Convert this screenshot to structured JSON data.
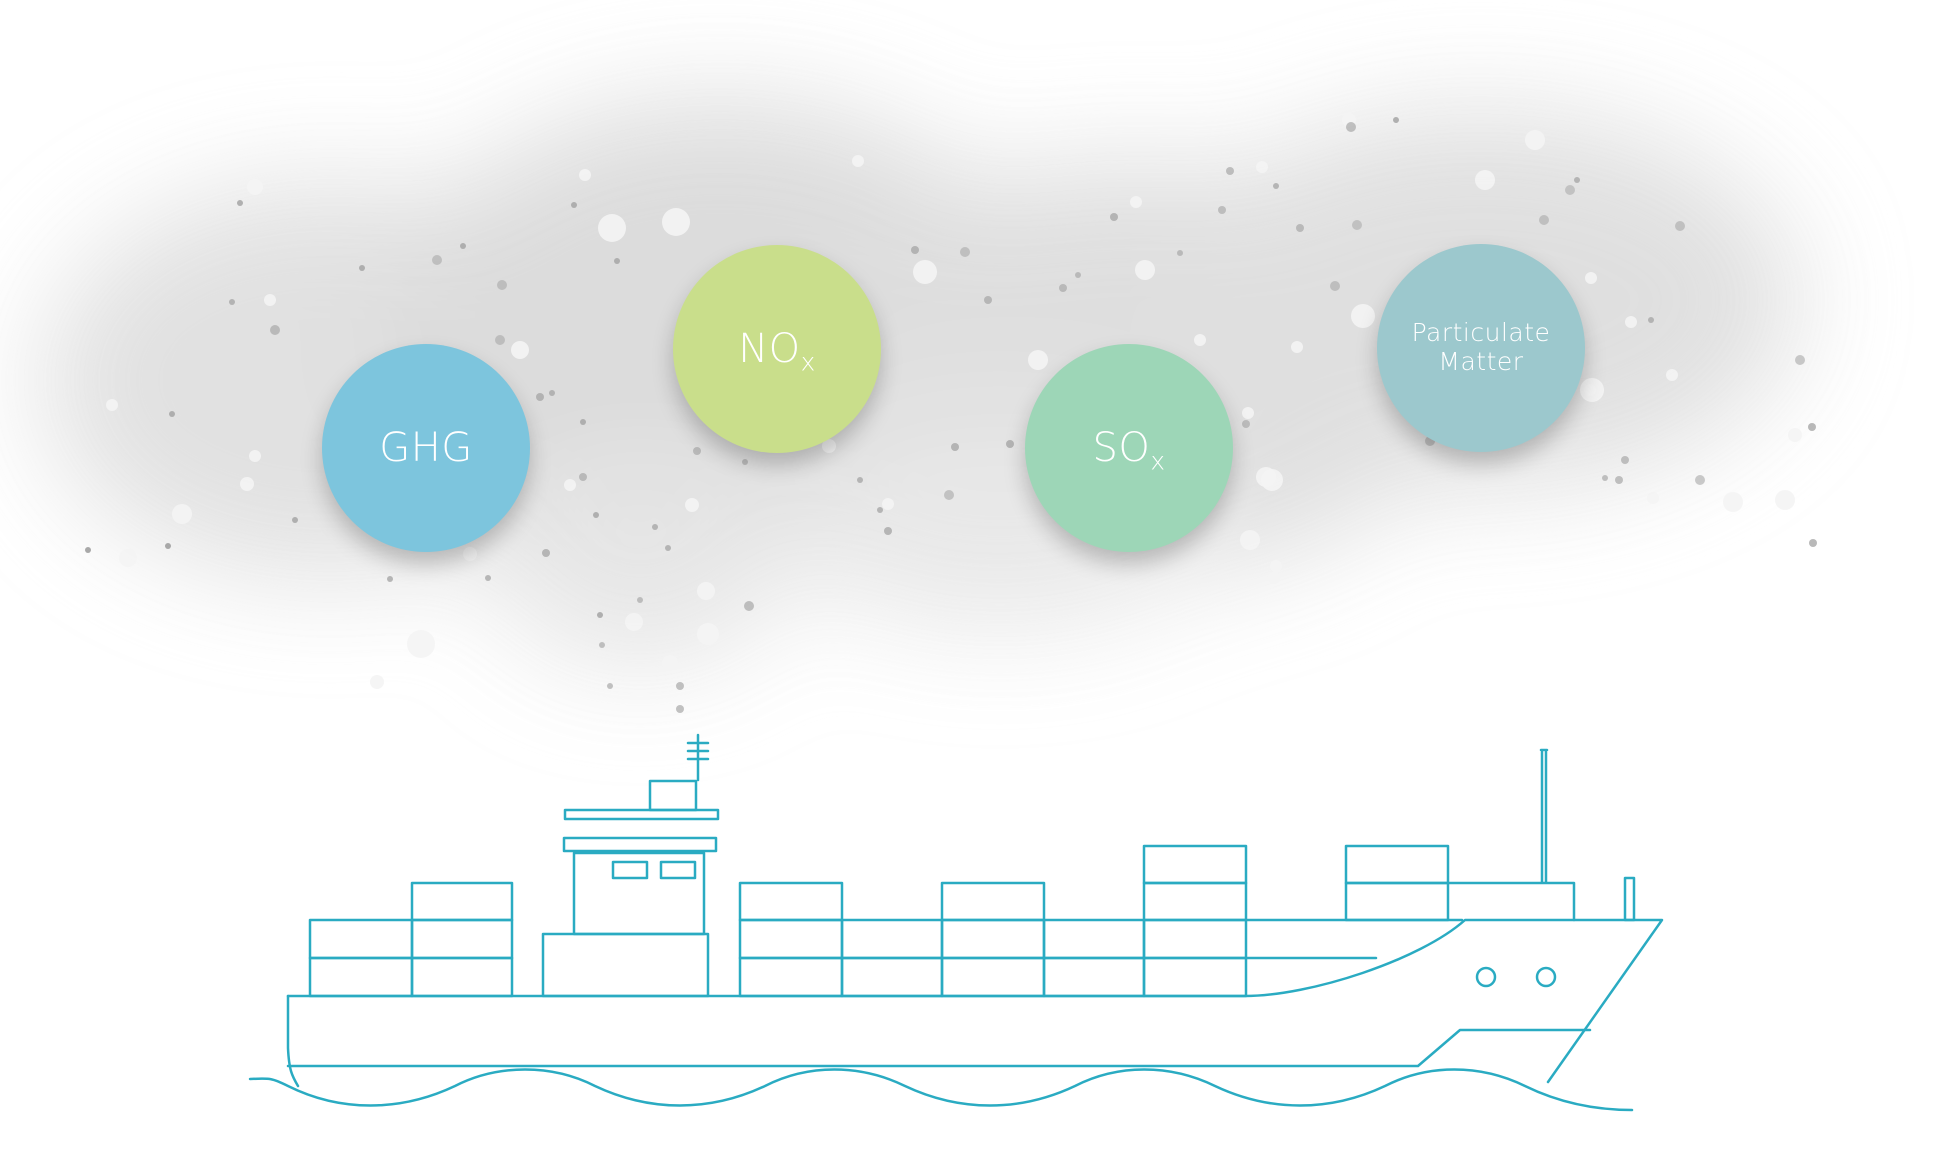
{
  "emissions": [
    {
      "id": "ghg",
      "main": "GHG",
      "sub": "",
      "color": "#7dc5dd"
    },
    {
      "id": "nox",
      "main": "NO",
      "sub": "x",
      "color": "#c9de8b"
    },
    {
      "id": "sox",
      "main": "SO",
      "sub": "x",
      "color": "#9dd6b7"
    },
    {
      "id": "pm",
      "main": "Particulate Matter",
      "sub": "",
      "color": "#9cc8cd"
    }
  ],
  "colors": {
    "ship_stroke": "#2aabc2",
    "haze": "#d4d4d4",
    "particle": "#b0b0b0"
  }
}
